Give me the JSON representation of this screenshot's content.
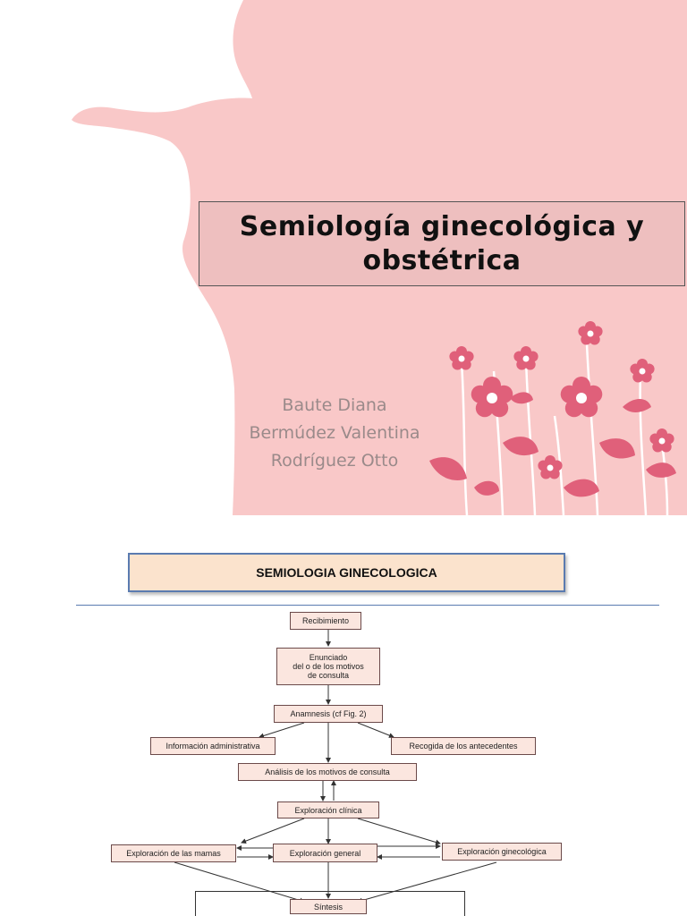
{
  "slide1": {
    "title_line1": "Semiología ginecológica y",
    "title_line2": "obstétrica",
    "authors": [
      "Baute Diana",
      "Bermúdez Valentina",
      "Rodríguez Otto"
    ]
  },
  "slide2": {
    "header": "SEMIOLOGIA GINECOLOGICA",
    "nodes": {
      "recibimiento": "Recibimiento",
      "enunciado_1": "Enunciado",
      "enunciado_2": "del o de los motivos",
      "enunciado_3": "de consulta",
      "anamnesis": "Anamnesis (cf Fig. 2)",
      "info_admin": "Información administrativa",
      "antecedentes": "Recogida de los antecedentes",
      "analisis": "Análisis de los motivos de consulta",
      "exploracion_clinica": "Exploración clínica",
      "exploracion_mamas": "Exploración de las mamas",
      "exploracion_general": "Exploración general",
      "exploracion_gineco": "Exploración ginecológica",
      "sintesis": "Síntesis"
    }
  },
  "colors": {
    "slide_background": "#f9c8c8",
    "title_box": "#eebfbf",
    "flower_pink": "#e0607a",
    "node_fill": "#fbe6df",
    "header_fill": "#fbe3cd",
    "header_border": "#5a7bb0"
  }
}
